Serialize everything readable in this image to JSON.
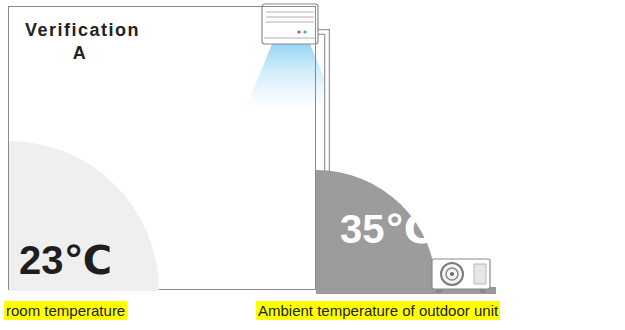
{
  "diagram": {
    "nodes": [
      {
        "text": [
          "Verification A"
        ]
      },
      {
        "text": [
          "23℃"
        ],
        "in": 0
      },
      {
        "text": [
          "35℃"
        ]
      }
    ],
    "labels": [
      "room temperature",
      "Ambient temperature of outdoor unit"
    ]
  }
}
